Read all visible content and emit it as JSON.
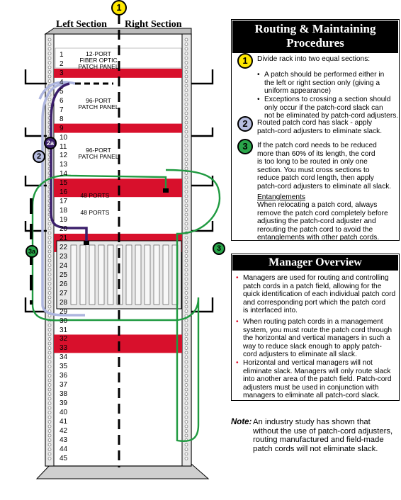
{
  "rack": {
    "left_section": "Left Section",
    "right_section": "Right Section",
    "top_marker": "1",
    "unit_numbers": [
      "1",
      "2",
      "3",
      "4",
      "5",
      "6",
      "7",
      "8",
      "9",
      "10",
      "11",
      "12",
      "13",
      "14",
      "15",
      "16",
      "17",
      "18",
      "19",
      "20",
      "21",
      "22",
      "23",
      "24",
      "25",
      "26",
      "27",
      "28",
      "29",
      "30",
      "31",
      "32",
      "33",
      "34",
      "35",
      "36",
      "37",
      "38",
      "39",
      "40",
      "41",
      "42",
      "43",
      "44",
      "45"
    ],
    "panels": {
      "fiber_1": "12-PORT",
      "fiber_2": "FIBER OPTIC",
      "fiber_3": "PATCH PANEL",
      "p96a_1": "96-PORT",
      "p96a_2": "PATCH PANEL",
      "p96b_1": "96-PORT",
      "p96b_2": "PATCH PANEL",
      "ports48a": "48 PORTS",
      "ports48b": "48 PORTS"
    },
    "callouts": {
      "c2": "2",
      "c2a": "2a",
      "c3": "3",
      "c3a": "3a"
    },
    "colors": {
      "red_band": "#d8102c",
      "purple_cord": "#3b1f6b",
      "lavender_cord": "#aeb6df",
      "green_cord": "#1f9a40"
    }
  },
  "routing": {
    "title_line1": "Routing & Maintaining",
    "title_line2": "Procedures",
    "step1_num": "1",
    "step1_text": "Divide rack into two equal sections:",
    "step1_bullets": [
      [
        "A patch should be performed either in",
        "the left or right section only (giving a",
        "uniform appearance)"
      ],
      [
        "Exceptions to crossing a section should",
        "only occur if the patch-cord slack can",
        "not be eliminated by patch-cord adjusters."
      ]
    ],
    "step2_num": "2",
    "step2_lines": [
      "Routed patch cord has slack - apply",
      "patch-cord adjusters to eliminate slack."
    ],
    "step3_num": "3",
    "step3_lines": [
      "If the patch cord needs to be reduced",
      "more than 60% of its length, the cord",
      "is too long to be routed in only one",
      "section.  You must cross sections to",
      "reduce patch cord length, then apply",
      "patch-cord adjusters to eliminate all slack."
    ],
    "entanglements_heading": "Entanglements",
    "entanglements_lines": [
      "When relocating a patch cord, always",
      "remove the patch cord completely before",
      "adjusting the patch-cord adjuster and",
      "rerouting the patch cord to avoid the",
      "entanglements with other patch cords."
    ]
  },
  "manager": {
    "title": "Manager Overview",
    "bullets": [
      [
        "Managers are used for routing and controlling",
        "patch cords in a patch field, allowing for the",
        "quick identification of each individual patch cord",
        "and corresponding port which the patch cord",
        "is interfaced into."
      ],
      [
        "When routing patch cords in a management",
        "system, you must route the patch cord through",
        "the horizontal and vertical managers in such a",
        "way to reduce slack enough to apply patch-",
        "cord adjusters to eliminate all slack."
      ],
      [
        "Horizontal and vertical managers will not",
        "eliminate slack. Managers will only route slack",
        "into another area of the patch field.  Patch-cord",
        "adjusters must be used in conjunction with",
        "managers to eliminate all patch-cord slack."
      ]
    ],
    "bullet_color": "#e0102c"
  },
  "note": {
    "label": "Note:",
    "lines": [
      "An industry study has shown that",
      "without the use of patch-cord adjusters,",
      "routing manufactured and field-made",
      "patch cords will not eliminate slack."
    ]
  }
}
